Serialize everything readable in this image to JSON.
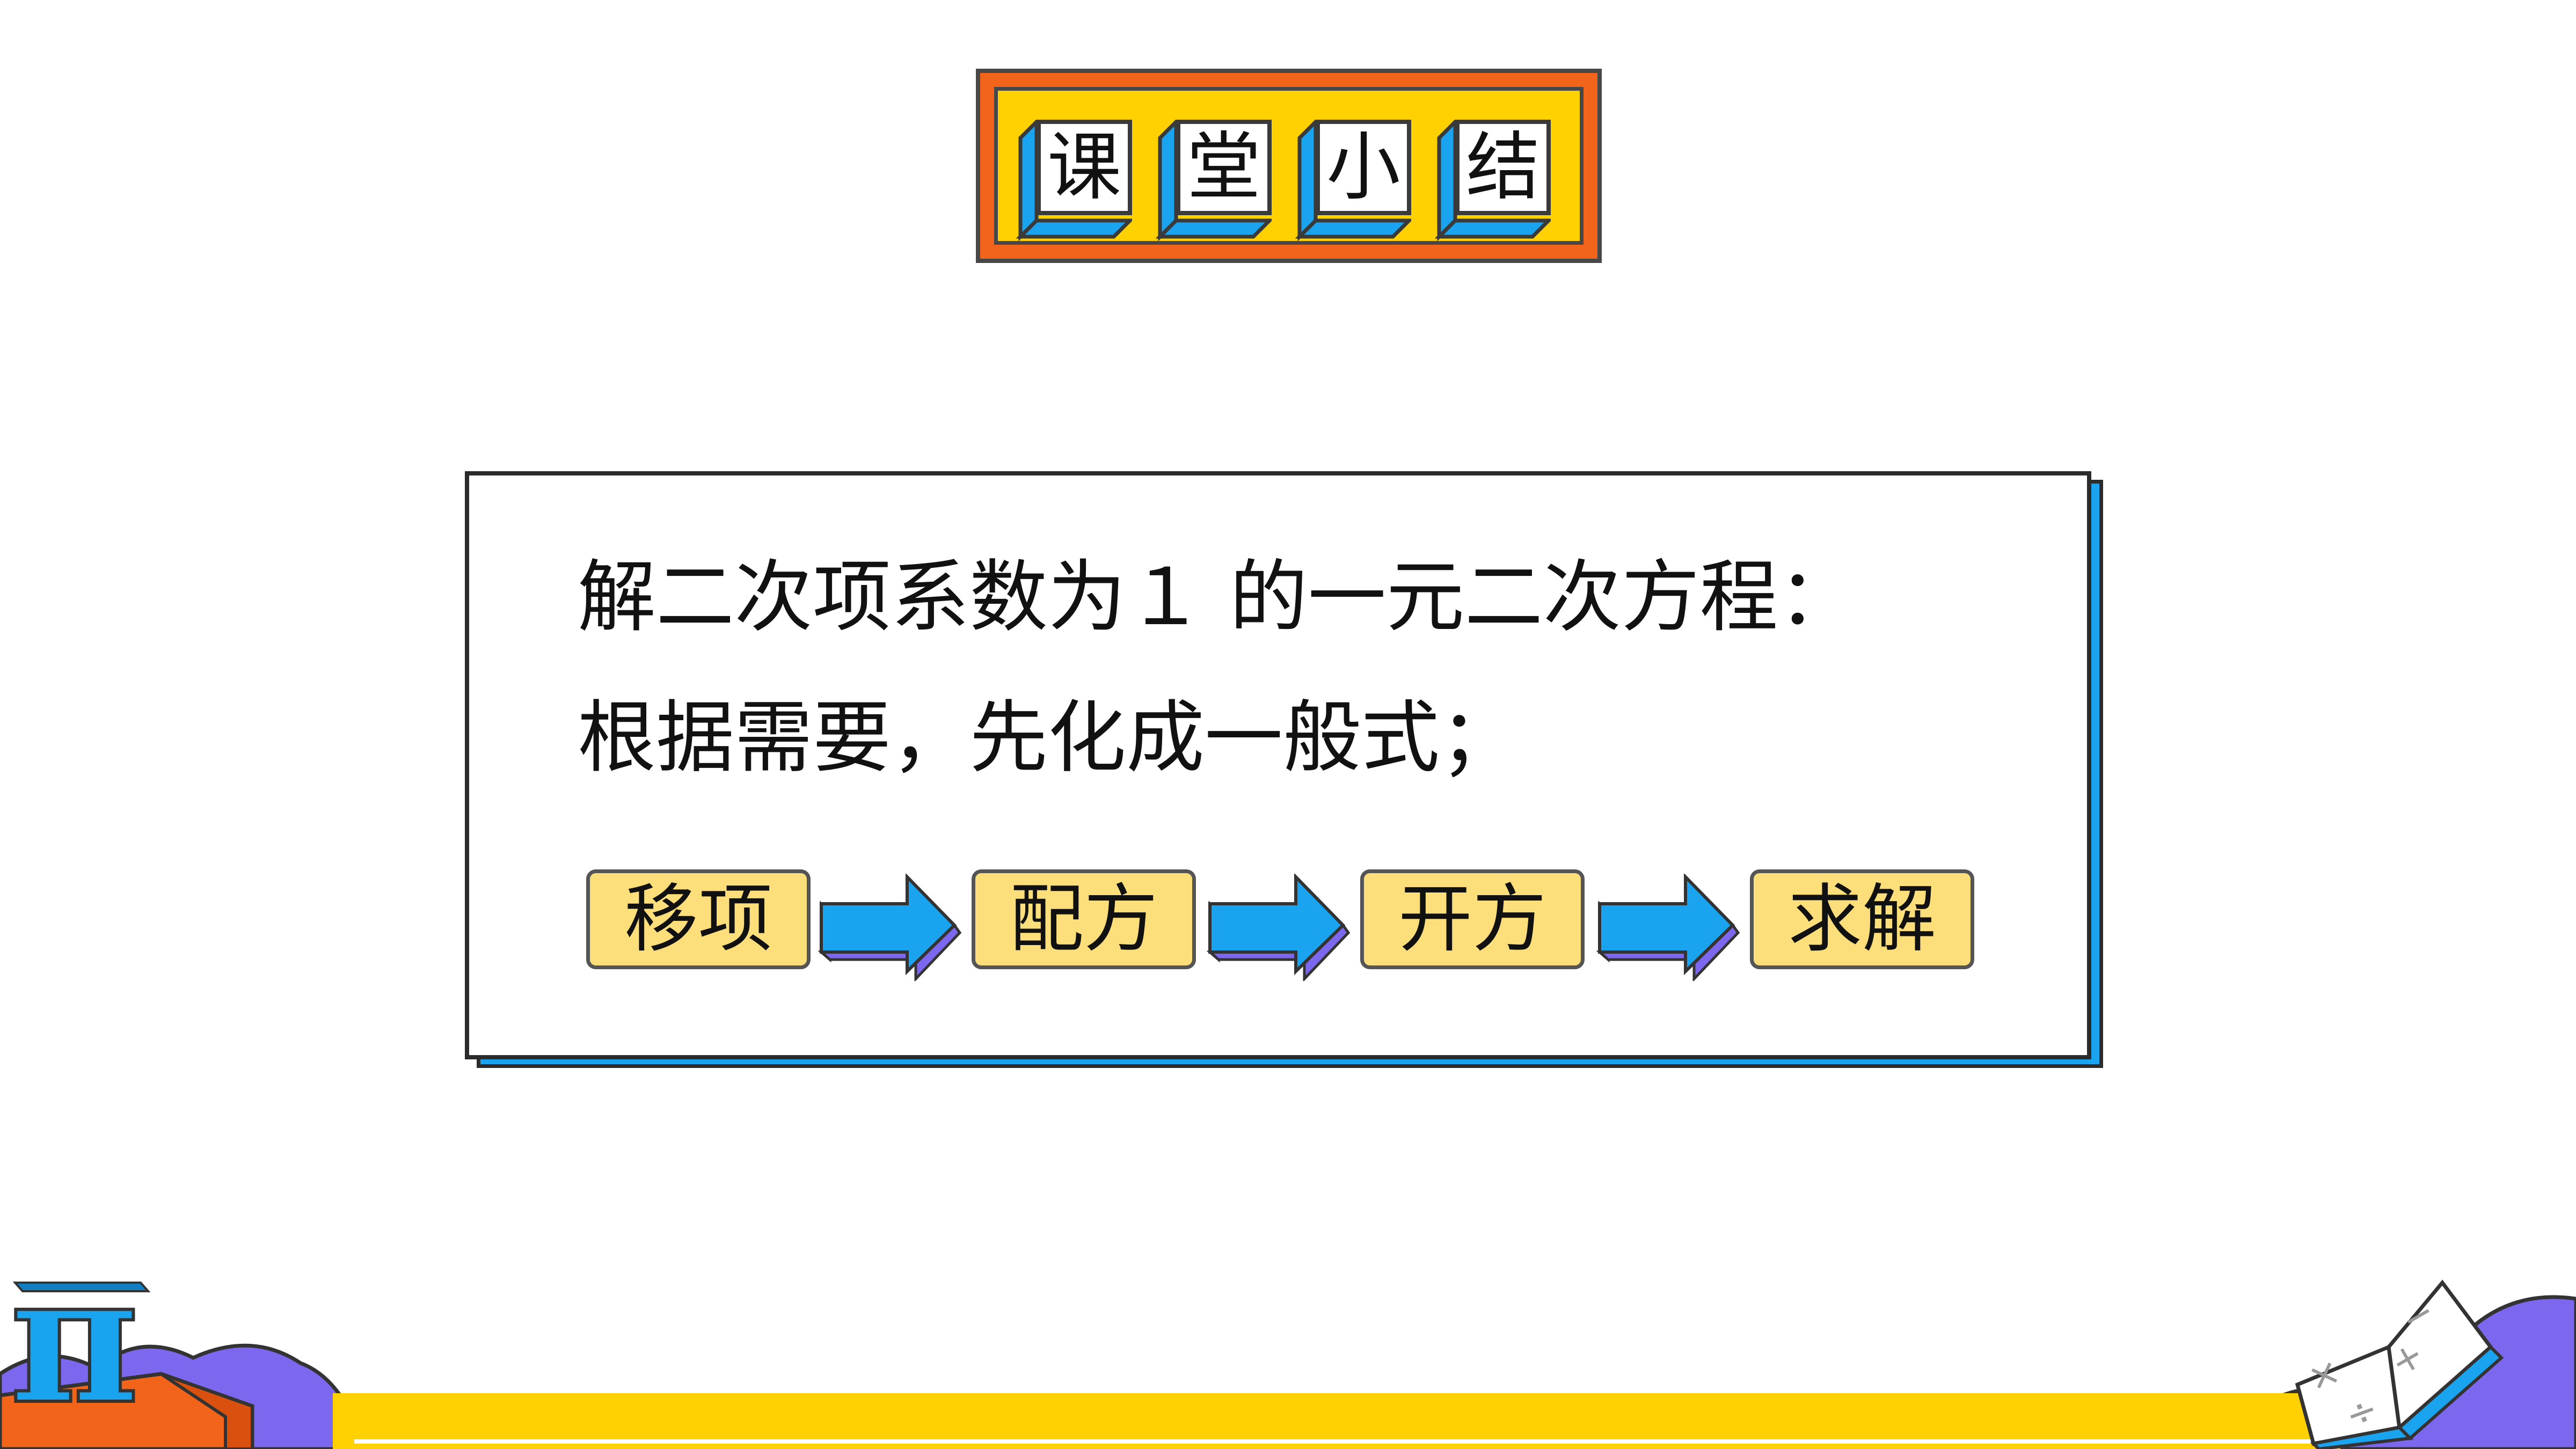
{
  "title": {
    "chars": [
      "课",
      "堂",
      "小",
      "结"
    ]
  },
  "content": {
    "line1": "解二次项系数为１ 的一元二次方程：",
    "line2": "根据需要，先化成一般式；"
  },
  "steps": [
    "移项",
    "配方",
    "开方",
    "求解"
  ],
  "decor": {
    "pi_symbol": "π",
    "book_symbols": [
      "×",
      "÷",
      "−",
      "+"
    ]
  },
  "colors": {
    "orange": "#f26419",
    "yellow": "#ffd100",
    "blue": "#1aa3ee",
    "purple": "#7b68ee",
    "step_fill": "#fcdf7a"
  }
}
